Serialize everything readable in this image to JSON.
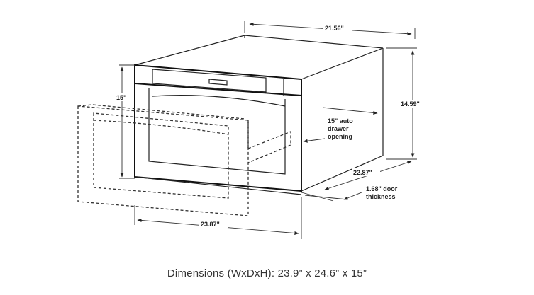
{
  "dimensions": {
    "width_top": "21.56\"",
    "height_right": "14.59\"",
    "height_left": "15\"",
    "width_bottom": "23.87\"",
    "depth": "22.87\"",
    "drawer_opening_line1": "15\" auto",
    "drawer_opening_line2": "drawer",
    "drawer_opening_line3": "opening",
    "door_thickness_line1": "1.68\" door",
    "door_thickness_line2": "thickness"
  },
  "caption": "Dimensions (WxDxH): 23.9” x 24.6” x 15”"
}
